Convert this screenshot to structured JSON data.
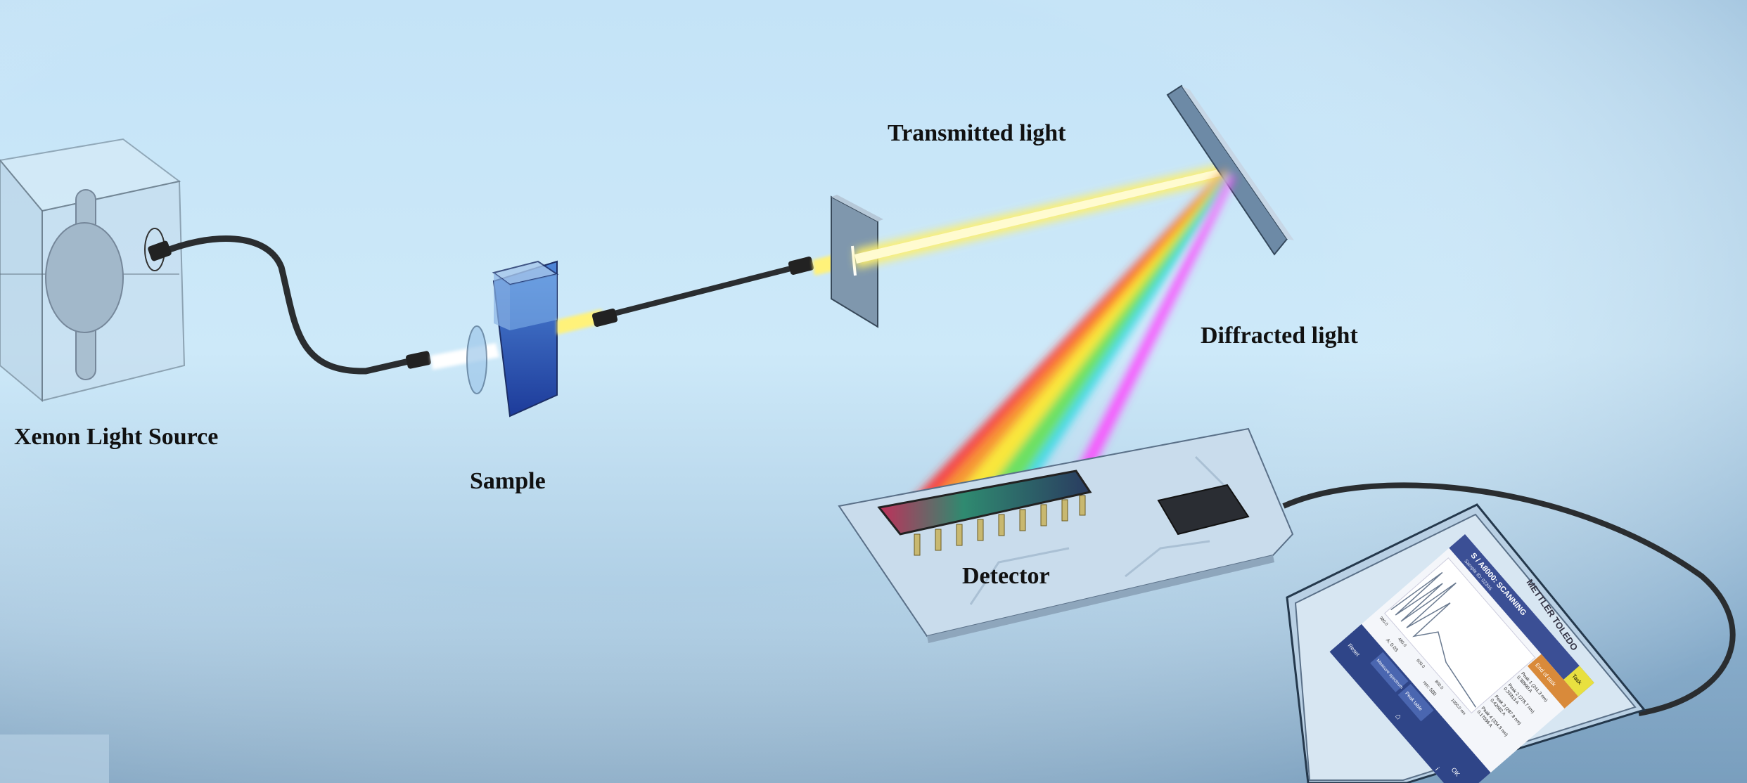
{
  "labels": {
    "light_source": "Xenon Light Source",
    "sample": "Sample",
    "transmitted": "Transmitted light",
    "diffracted": "Diffracted light",
    "detector": "Detector"
  },
  "tablet": {
    "brand": "METTLER TOLEDO",
    "title": "S / A8000: SCANNING",
    "sample_id": "Sample ID: 02346",
    "task_button": "Task",
    "end_task_button": "End of task",
    "x_ticks": [
      "380.0",
      "480.0",
      "600.0",
      "800.0",
      "1000.0 nm"
    ],
    "cursor_a": "A: 0.03",
    "cursor_nm": "nm: 580",
    "peaks": [
      {
        "label": "Peak 1 (241.3 nm)",
        "value": "0.38990 A"
      },
      {
        "label": "Peak 2 (278.7 nm)",
        "value": "0.33313 A"
      },
      {
        "label": "Peak 3 (287.9 nm)",
        "value": "0.42682 A"
      },
      {
        "label": "Peak 4 (334.3 nm)",
        "value": "0.17036 A"
      }
    ],
    "buttons": {
      "reset": "Reset",
      "measure": "Measure spectrum",
      "peak_table": "Peak table",
      "ok": "OK"
    }
  },
  "colors": {
    "yellow_beam": "#fff27a",
    "sample_liquid": "#2a4fb0",
    "tablet_header": "#3b4f95",
    "end_task": "#d98a3a",
    "task": "#e8e040"
  }
}
